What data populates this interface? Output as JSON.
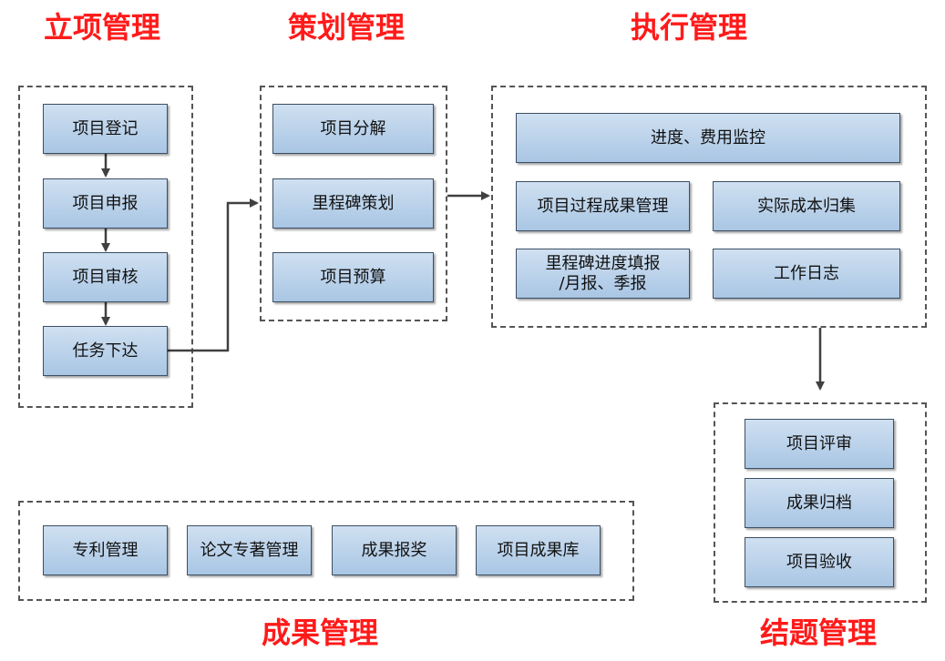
{
  "titles": {
    "initiation": "立项管理",
    "planning": "策划管理",
    "execution": "执行管理",
    "outcomes": "成果管理",
    "closure": "结题管理"
  },
  "initiation": {
    "register": "项目登记",
    "apply": "项目申报",
    "review": "项目审核",
    "assign": "任务下达"
  },
  "planning": {
    "decompose": "项目分解",
    "milestone": "里程碑策划",
    "budget": "项目预算"
  },
  "execution": {
    "monitor": "进度、费用监控",
    "process_results": "项目过程成果管理",
    "actual_cost": "实际成本归集",
    "milestone_report": "里程碑进度填报\n/月报、季报",
    "work_log": "工作日志"
  },
  "closure": {
    "evaluation": "项目评审",
    "archive": "成果归档",
    "acceptance": "项目验收"
  },
  "outcomes": {
    "patent": "专利管理",
    "papers": "论文专著管理",
    "awards": "成果报奖",
    "library": "项目成果库"
  },
  "colors": {
    "title": "#ff1a1a",
    "box_top": "#cfe0f1",
    "box_bottom": "#a9c6e4",
    "border": "#3d4f63",
    "arrow": "#404040"
  }
}
